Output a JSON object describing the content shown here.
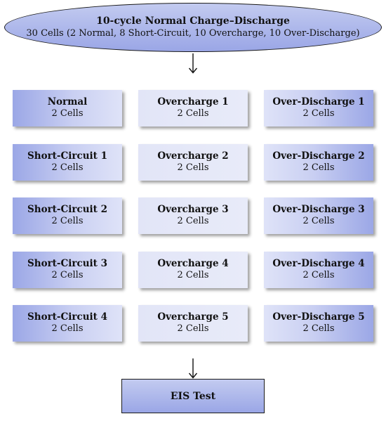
{
  "top": {
    "title": "10-cycle Normal Charge–Discharge",
    "subtitle": "30 Cells (2 Normal, 8 Short-Circuit, 10 Overcharge, 10 Over-Discharge)"
  },
  "grid": {
    "left": [
      {
        "title": "Normal",
        "sub": "2 Cells"
      },
      {
        "title": "Short-Circuit 1",
        "sub": "2 Cells"
      },
      {
        "title": "Short-Circuit 2",
        "sub": "2 Cells"
      },
      {
        "title": "Short-Circuit 3",
        "sub": "2 Cells"
      },
      {
        "title": "Short-Circuit 4",
        "sub": "2 Cells"
      }
    ],
    "middle": [
      {
        "title": "Overcharge 1",
        "sub": "2 Cells"
      },
      {
        "title": "Overcharge 2",
        "sub": "2 Cells"
      },
      {
        "title": "Overcharge 3",
        "sub": "2 Cells"
      },
      {
        "title": "Overcharge 4",
        "sub": "2 Cells"
      },
      {
        "title": "Overcharge 5",
        "sub": "2 Cells"
      }
    ],
    "right": [
      {
        "title": "Over-Discharge 1",
        "sub": "2 Cells"
      },
      {
        "title": "Over-Discharge 2",
        "sub": "2 Cells"
      },
      {
        "title": "Over-Discharge 3",
        "sub": "2 Cells"
      },
      {
        "title": "Over-Discharge 4",
        "sub": "2 Cells"
      },
      {
        "title": "Over-Discharge 5",
        "sub": "2 Cells"
      }
    ]
  },
  "bottom": {
    "label": "EIS Test"
  },
  "colors": {
    "node_fill_dark": "#9ba7e6",
    "node_fill_light": "#e2e5f7",
    "outline": "#1a1a1a"
  }
}
